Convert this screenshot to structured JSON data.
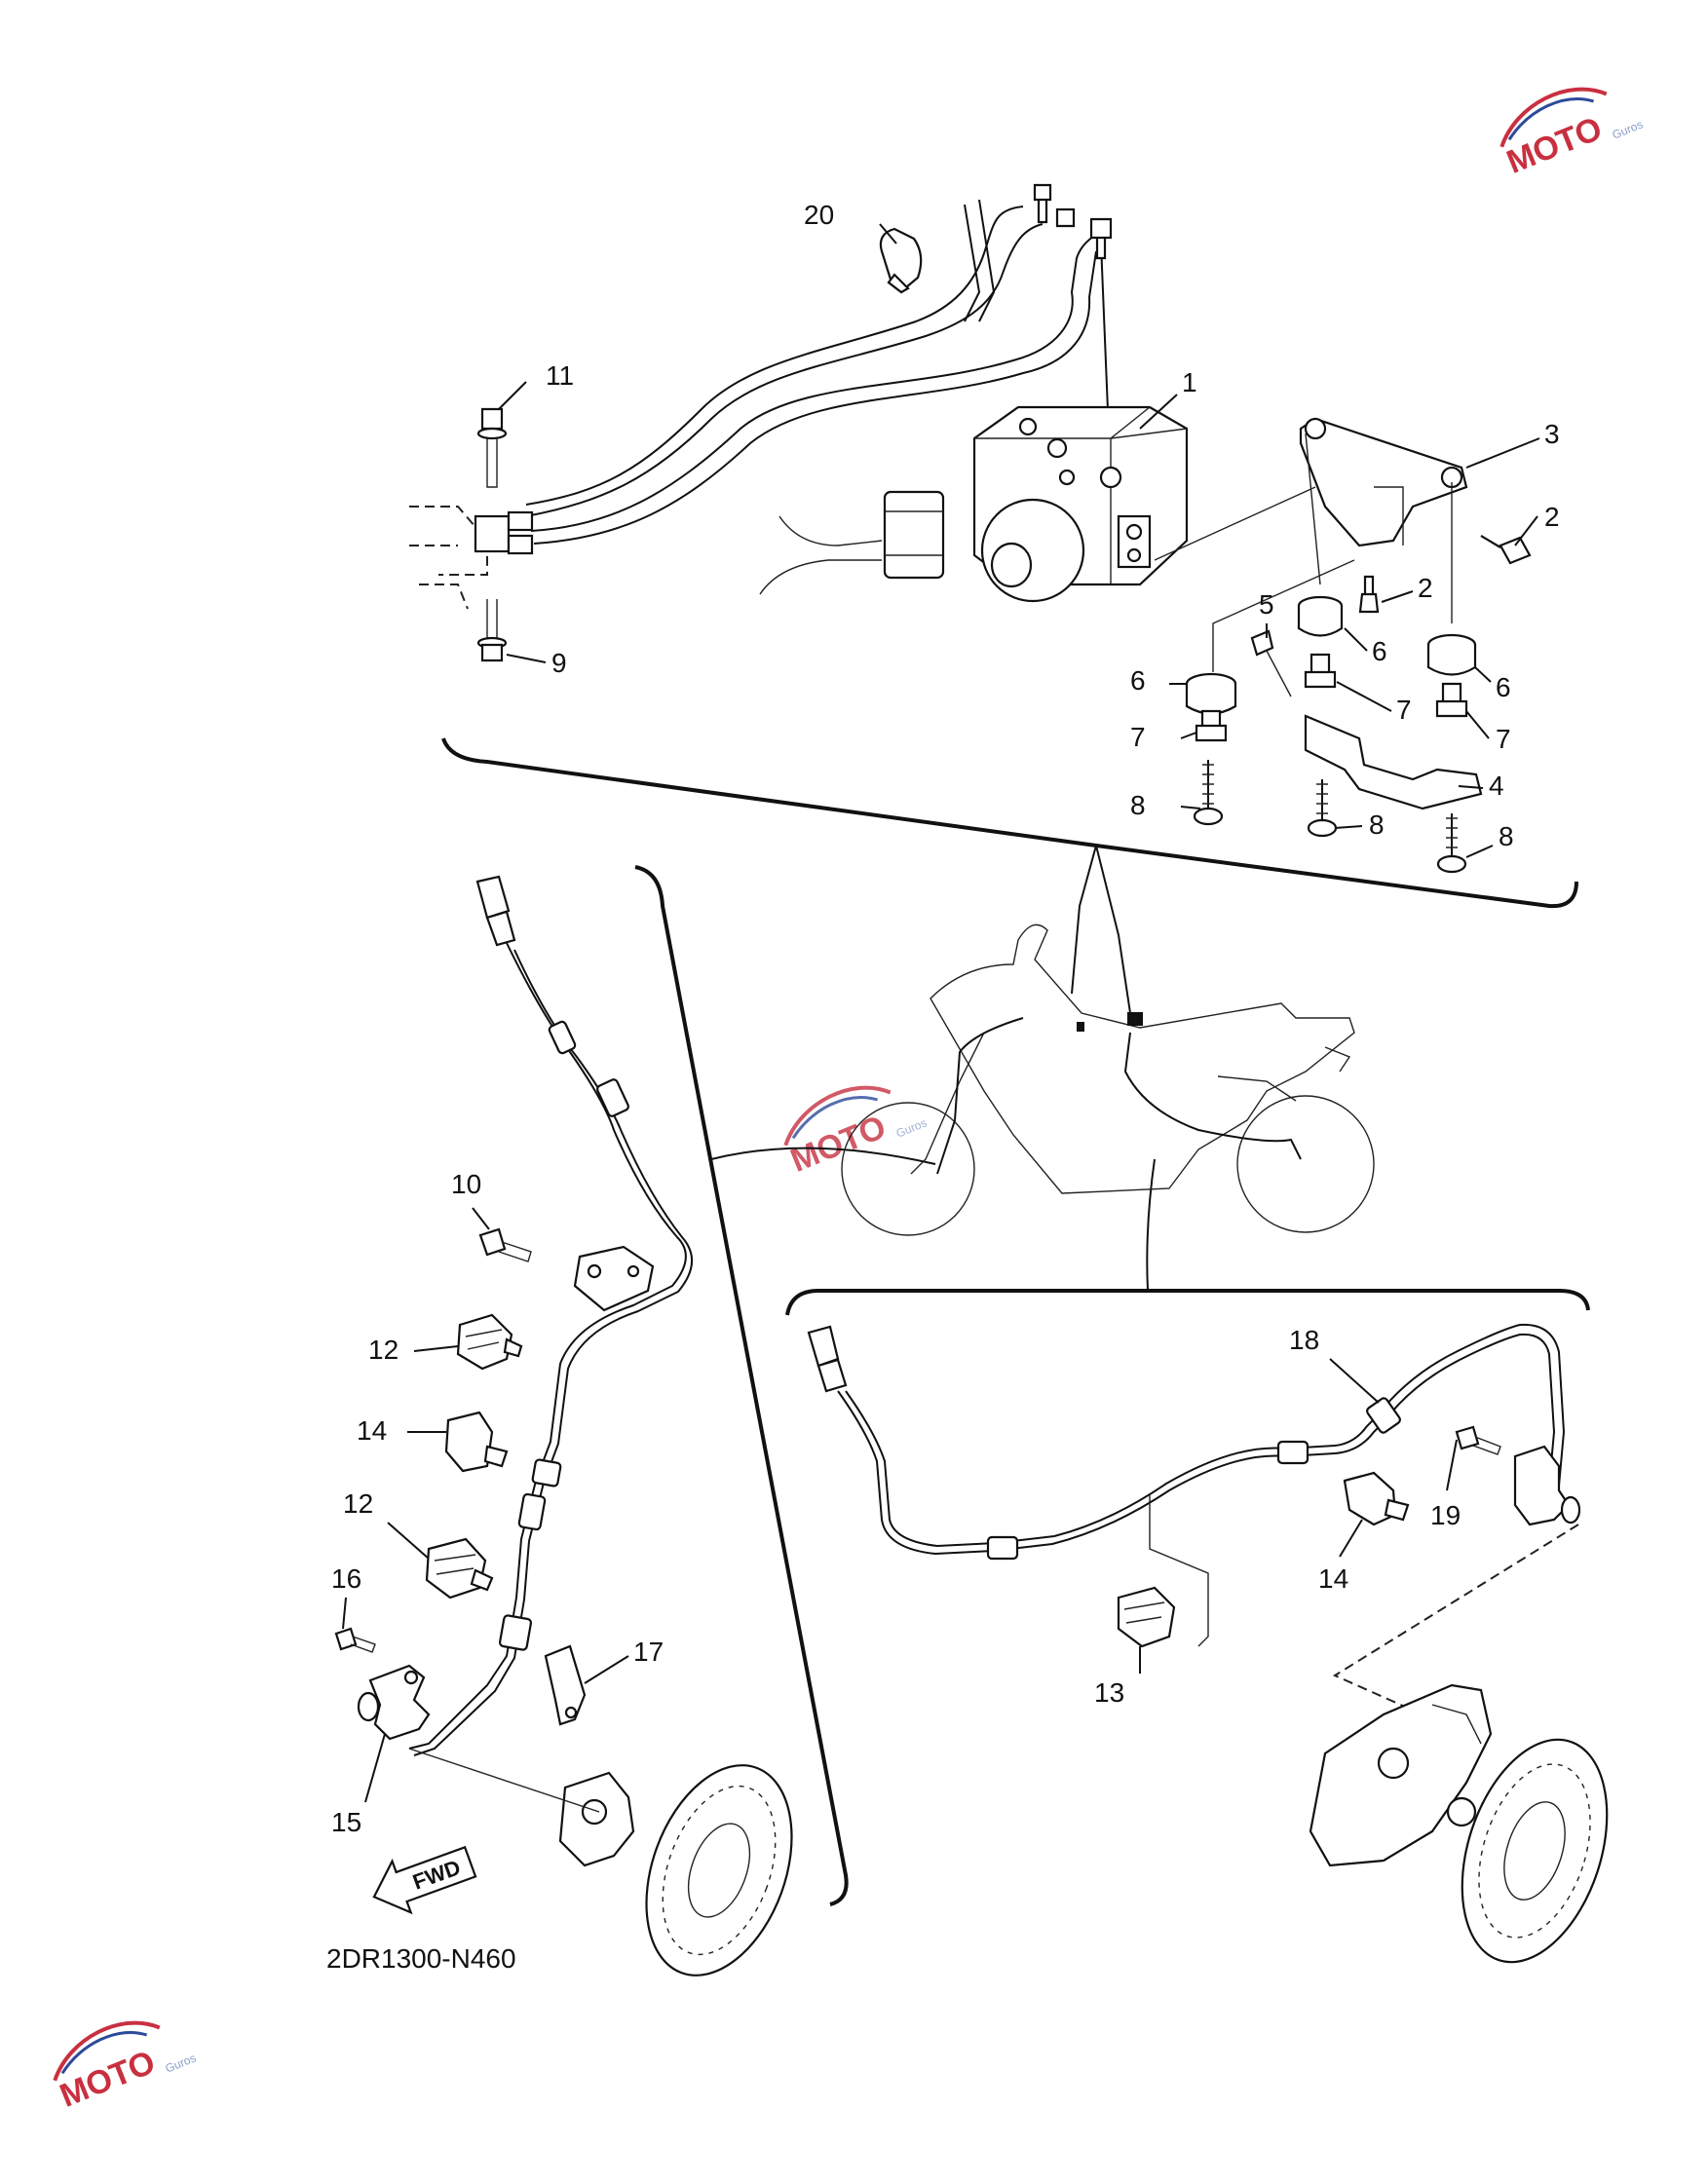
{
  "diagram_code": "2DR1300-N460",
  "fwd_label": "FWD",
  "watermark": {
    "brand": "MOTO",
    "sub": "Guros",
    "accent": "#c83040",
    "secondary": "#2c4a9a"
  },
  "callouts": {
    "c1": "1",
    "c2a": "2",
    "c2b": "2",
    "c3": "3",
    "c4": "4",
    "c5": "5",
    "c6a": "6",
    "c6b": "6",
    "c6c": "6",
    "c7a": "7",
    "c7b": "7",
    "c7c": "7",
    "c8a": "8",
    "c8b": "8",
    "c8c": "8",
    "c9": "9",
    "c10": "10",
    "c11": "11",
    "c12a": "12",
    "c12b": "12",
    "c13": "13",
    "c14a": "14",
    "c14b": "14",
    "c15": "15",
    "c16": "16",
    "c17": "17",
    "c18": "18",
    "c19": "19",
    "c20": "20"
  }
}
